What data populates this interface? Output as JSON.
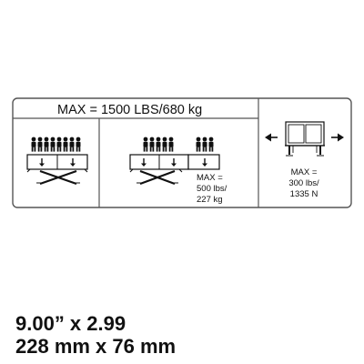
{
  "decal": {
    "header": "MAX = 1500 LBS/680 kg",
    "panel_side": {
      "line1": "MAX =",
      "line2": "500 lbs/",
      "line3": "227 kg"
    },
    "panel_push": {
      "line1": "MAX =",
      "line2": "300 lbs/",
      "line3": "1335 N"
    },
    "icons": [
      "person-icon",
      "down-arrow-icon",
      "scissor-lift-icon",
      "arrow-left-icon",
      "arrow-right-icon",
      "platform-icon"
    ],
    "colors": {
      "ink": "#111111",
      "background": "#ffffff"
    }
  },
  "dimensions": {
    "line1": "9.00” x 2.99",
    "line2": "228 mm x 76 mm"
  }
}
